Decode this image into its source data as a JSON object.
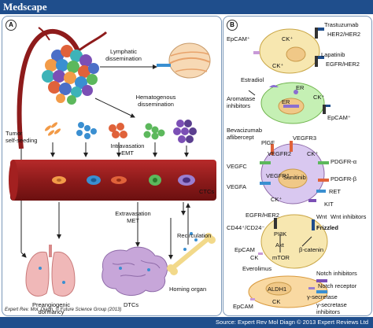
{
  "header": {
    "brand": "Medscape"
  },
  "footer": {
    "source": "Source: Expert Rev Mol Diagn © 2013 Expert Reviews Ltd"
  },
  "panel_a": {
    "tag": "A",
    "labels": {
      "lymphatic": "Lymphatic\ndissemination",
      "hematogenous": "Hematogenous\ndissemination",
      "tumor_seeding": "Tumor\nself-seeding",
      "intravasation": "Intravasation\nEMT",
      "ctcs": "CTCs",
      "extravasation": "Extravasation\nMET",
      "recirculation": "Recirculation",
      "preangiogenic": "Preangiogenic\ndormancy",
      "dtcs": "DTCs",
      "homing": "Homing organ"
    },
    "credit": "Expert Rev. Mol. Diagn. © Future Science Group (2013)"
  },
  "panel_b": {
    "tag": "B",
    "her2": {
      "epcam": "EpCAM⁺",
      "ck_top": "CK⁺",
      "trastuzumab": "Trastuzumab",
      "her2her2": "HER2/HER2",
      "ck_bottom": "CK⁺",
      "lapatinib": "Lapatinib",
      "egfr_her2": "EGFR/HER2"
    },
    "er": {
      "estradiol": "Estradiol",
      "er_top": "ER",
      "aromatase": "Aromatase\ninhibitors",
      "er_nucleus": "ER",
      "ck": "CK⁺",
      "epcam": "EpCAM⁺"
    },
    "angio": {
      "bevacizumab": "Bevacizumab\naflibercept",
      "plgf": "PlGF",
      "vegfr3": "VEGFR3",
      "vegfr2": "VEGFR2",
      "ck_top": "CK⁺",
      "pdgfr_a": "PDGFR-α",
      "vegfc": "VEGFC",
      "sunitinib": "Sunitinib",
      "pdgfr_b": "PDGFR-β",
      "vegfa": "VEGFA",
      "vegfr1": "VEGFR1",
      "ck_bottom": "CK⁺",
      "ret": "RET",
      "kit": "KIT"
    },
    "pi3k": {
      "egfr_her2": "EGFR/HER2",
      "wnt": "Wnt",
      "wnt_inhibitors": "Wnt inhibitors",
      "cd44": "CD44⁺/CD24⁻",
      "pi3k": "PI3K",
      "frizzled": "Frizzled",
      "akt": "Akt",
      "bcatenin": "β-catenin",
      "epcam": "EpCAM",
      "mtor": "mTOR",
      "ck": "CK",
      "everolimus": "Everolimus"
    },
    "notch": {
      "notch_inhibitors": "Notch inhibitors",
      "notch_receptor": "Notch receptor",
      "aldh1": "ALDH1",
      "gsecretase": "γ-secretase",
      "epcam": "EpCAM",
      "ck": "CK",
      "gsecretase_inhibitors": "γ-secretase\ninhibitors"
    }
  }
}
